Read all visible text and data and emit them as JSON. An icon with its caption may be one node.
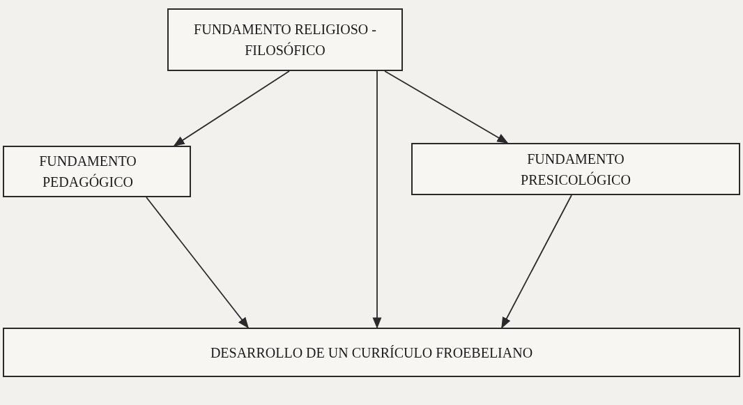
{
  "diagram": {
    "nodes": [
      {
        "text": [
          "FUNDAMENTO RELIGIOSO - FILOSÓFICO"
        ]
      },
      {
        "text": [
          "FUNDAMENTO PEDAGÓGICO"
        ]
      },
      {
        "text": [
          "FUNDAMENTO PRESICOLÓGICO"
        ]
      },
      {
        "text": [
          "DESARROLLO DE UN CURRÍCULO FROEBELIANO"
        ]
      }
    ],
    "edges": [
      {
        "from": 0,
        "to": 1,
        "arrow": "to"
      },
      {
        "from": 0,
        "to": 3,
        "arrow": "to"
      },
      {
        "from": 0,
        "to": 2,
        "arrow": "to"
      },
      {
        "from": 1,
        "to": 3,
        "arrow": "to"
      },
      {
        "from": 2,
        "to": 3,
        "arrow": "to"
      }
    ]
  }
}
